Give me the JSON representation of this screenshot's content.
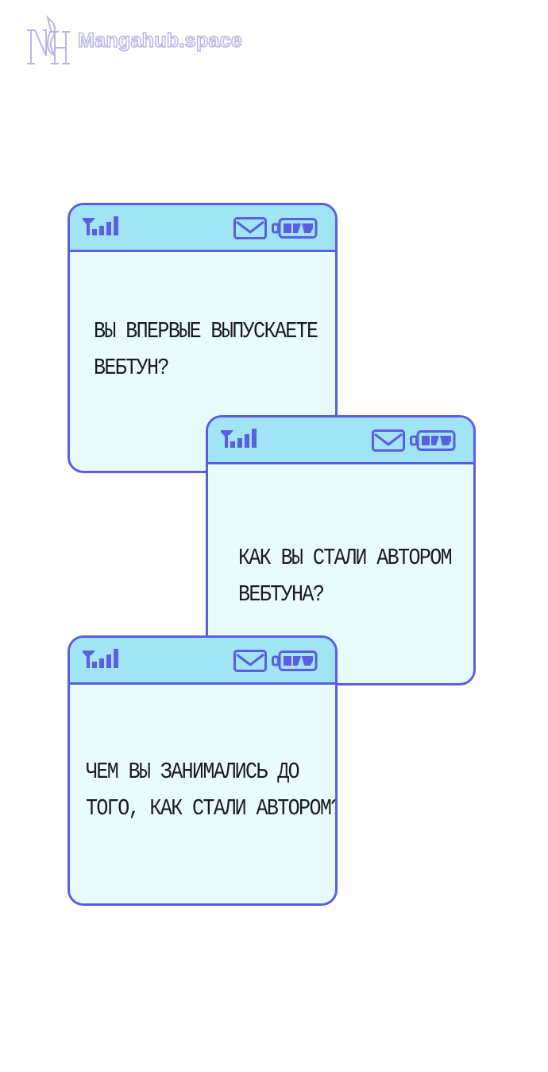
{
  "watermark": {
    "text": "Mangahub.space"
  },
  "colors": {
    "border": "#5b5ee0",
    "header": "#a0e4f5",
    "body": "#e8fcfe"
  },
  "messages": [
    {
      "lines": [
        "Вы впервые выпускаете",
        "вебтун?"
      ]
    },
    {
      "lines": [
        "Как вы стали автором",
        "вебтуна?"
      ]
    },
    {
      "lines": [
        "Чем вы занимались до",
        "того, как стали автором?"
      ]
    }
  ]
}
